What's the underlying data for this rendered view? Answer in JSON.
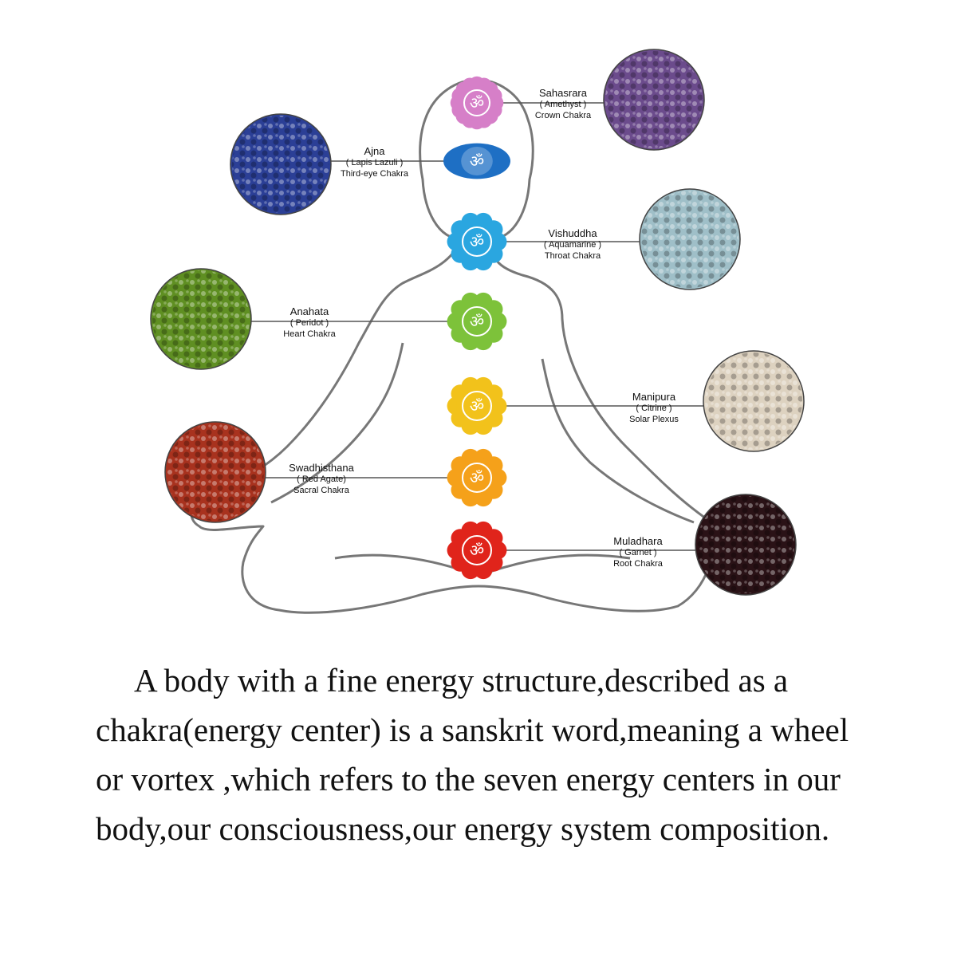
{
  "chakras": [
    {
      "key": "sahasrara",
      "name": "Sahasrara",
      "stone": "( Amethyst )",
      "title": "Crown Chakra",
      "color": "#d67fc8",
      "stone_color": "#6b4b8c"
    },
    {
      "key": "ajna",
      "name": "Ajna",
      "stone": "( Lapis Lazuli )",
      "title": "Third-eye Chakra",
      "color": "#1e6fc4",
      "stone_color": "#2b3f96"
    },
    {
      "key": "vishuddha",
      "name": "Vishuddha",
      "stone": "( Aquamarine )",
      "title": "Throat Chakra",
      "color": "#2aa6e0",
      "stone_color": "#9fbfc8"
    },
    {
      "key": "anahata",
      "name": "Anahata",
      "stone": "( Peridot )",
      "title": "Heart Chakra",
      "color": "#7dc23a",
      "stone_color": "#5f8f22"
    },
    {
      "key": "manipura",
      "name": "Manipura",
      "stone": "( Citrine )",
      "title": "Solar Plexus",
      "color": "#f2c21b",
      "stone_color": "#ddd2c0"
    },
    {
      "key": "swadhisthana",
      "name": "Swadhisthana",
      "stone": "( Red Agate)",
      "title": "Sacral Chakra",
      "color": "#f5a11a",
      "stone_color": "#a8321e"
    },
    {
      "key": "muladhara",
      "name": "Muladhara",
      "stone": "( Garnet )",
      "title": "Root Chakra",
      "color": "#e0241b",
      "stone_color": "#2a1216"
    }
  ],
  "caption": "A body with a fine energy structure,described as a chakra(energy center) is a sanskrit word,meaning a wheel or vortex ,which refers to the seven energy centers in our body,our consciousness,our energy system composition.",
  "colors": {
    "outline": "#777777",
    "line": "#555555"
  }
}
